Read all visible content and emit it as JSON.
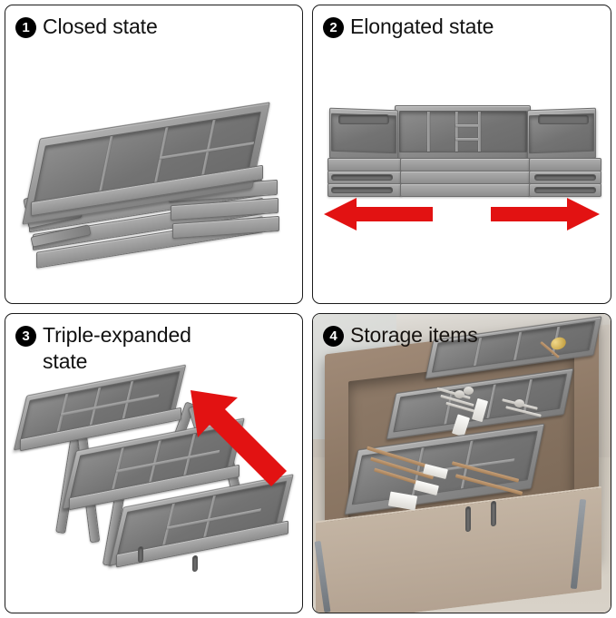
{
  "document": {
    "title": "Expandable drawer organizer — product feature infographic",
    "layout": "2x2 grid of bordered panels",
    "background_color": "#ffffff",
    "border_color": "#1b1b1b"
  },
  "accent_colors": {
    "arrow_red": "#E21212",
    "badge_black": "#000000",
    "plastic_gray_light": "#b6b6b6",
    "plastic_gray_mid": "#8b8b8b",
    "plastic_gray_dark": "#6f6f6f",
    "wood_light": "#c3b4a3",
    "wood_dark": "#7d6a58"
  },
  "panels": [
    {
      "number": "1",
      "title": "Closed state",
      "icon": "numbered-badge-1",
      "illustration": "three-stacked-gray-compartment-trays-collapsed",
      "arrows": []
    },
    {
      "number": "2",
      "title": "Elongated state",
      "icon": "numbered-badge-2",
      "illustration": "gray-tray-stack-extended-horizontally-with-side-rails",
      "arrows": [
        {
          "name": "expand-left-arrow",
          "direction": "left",
          "color": "#E21212"
        },
        {
          "name": "expand-right-arrow",
          "direction": "right",
          "color": "#E21212"
        }
      ]
    },
    {
      "number": "3",
      "title": "Triple-expanded\nstate",
      "icon": "numbered-badge-3",
      "illustration": "three-tier-tray-cascade-fanned-open-on-scissor-legs",
      "arrows": [
        {
          "name": "lift-diagonal-arrow",
          "direction": "up-left",
          "color": "#E21212"
        }
      ]
    },
    {
      "number": "4",
      "title": "Storage items",
      "icon": "numbered-badge-4",
      "illustration": "photo-of-organizer-installed-in-wooden-kitchen-drawer-filled-with-cutlery",
      "arrows": []
    }
  ]
}
